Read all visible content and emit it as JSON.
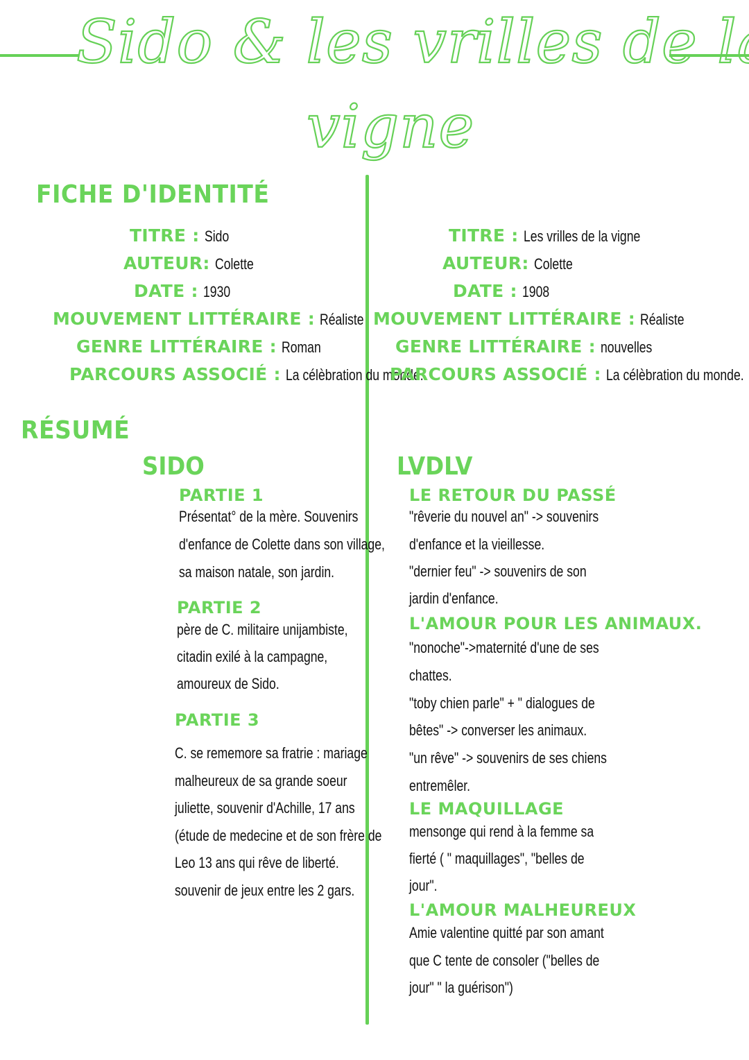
{
  "title": {
    "line1": "Sido & les vrilles de la",
    "line2": "vigne"
  },
  "identity": {
    "heading": "FICHE D'IDENTITÉ",
    "left": [
      {
        "label": "TITRE :",
        "value": "Sido"
      },
      {
        "label": "AUTEUR:",
        "value": "Colette"
      },
      {
        "label": "DATE :",
        "value": "1930"
      },
      {
        "label": "MOUVEMENT LITTÉRAIRE :",
        "value": "Réaliste"
      },
      {
        "label": "GENRE LITTÉRAIRE :",
        "value": "Roman"
      },
      {
        "label": "PARCOURS ASSOCIÉ :",
        "value": "La célèbration du monde."
      }
    ],
    "right": [
      {
        "label": "TITRE :",
        "value": "Les vrilles de la vigne"
      },
      {
        "label": "AUTEUR:",
        "value": "Colette"
      },
      {
        "label": "DATE :",
        "value": "1908"
      },
      {
        "label": "MOUVEMENT LITTÉRAIRE :",
        "value": "Réaliste"
      },
      {
        "label": "GENRE LITTÉRAIRE :",
        "value": "nouvelles"
      },
      {
        "label": "PARCOURS ASSOCIÉ :",
        "value": "La célèbration du monde."
      }
    ]
  },
  "resume": {
    "heading": "RÉSUMÉ",
    "sido": {
      "heading": "SIDO",
      "parts": [
        {
          "title": "PARTIE 1",
          "lines": [
            "Présentat° de la mère.  Souvenirs",
            "d'enfance de Colette dans son village,",
            "sa maison natale, son jardin."
          ]
        },
        {
          "title": "PARTIE 2",
          "lines": [
            "père de C. militaire unijambiste,",
            "citadin exilé à la campagne,",
            "amoureux de Sido."
          ]
        },
        {
          "title": "PARTIE 3",
          "lines": [
            "C. se rememore sa fratrie : mariage",
            "malheureux de sa grande soeur",
            "juliette, souvenir d'Achille, 17 ans",
            "(étude de medecine et de son frère de",
            "Leo 13 ans qui rêve de liberté.",
            "souvenir de jeux entre les 2 gars."
          ]
        }
      ]
    },
    "lvdlv": {
      "heading": "LVDLV",
      "parts": [
        {
          "title": "LE RETOUR DU PASSÉ",
          "lines": [
            "\"rêverie du nouvel an\" -> souvenirs",
            "d'enfance et la vieillesse.",
            "\"dernier feu\" -> souvenirs de son",
            "jardin d'enfance."
          ]
        },
        {
          "title": "L'AMOUR POUR LES ANIMAUX.",
          "lines": [
            "\"nonoche\"->maternité d'une de ses",
            "chattes.",
            "\"toby chien parle\" + \" dialogues de",
            "bêtes\" -> converser les animaux.",
            "\"un rêve\" -> souvenirs de ses chiens",
            "entremêler."
          ]
        },
        {
          "title": "LE MAQUILLAGE",
          "lines": [
            "mensonge qui rend à la femme sa",
            "fierté ( \" maquillages\", \"belles de",
            "jour\"."
          ]
        },
        {
          "title": "L'AMOUR MALHEUREUX",
          "lines": [
            "Amie valentine quitté par son amant",
            "que C tente de consoler (\"belles de",
            "jour\" \" la guérison\")"
          ]
        }
      ]
    }
  },
  "colors": {
    "accent": "#6ad45a",
    "text": "#111111"
  }
}
